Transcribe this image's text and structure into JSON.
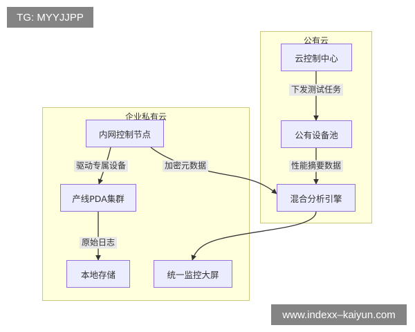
{
  "clusters": {
    "private": {
      "title": "企业私有云"
    },
    "public": {
      "title": "公有云"
    }
  },
  "nodes": {
    "cloud_center": "云控制中心",
    "public_pool": "公有设备池",
    "hybrid_engine": "混合分析引擎",
    "intranet_node": "内网控制节点",
    "pda_cluster": "产线PDA集群",
    "local_storage": "本地存储",
    "monitor_screen": "统一监控大屏"
  },
  "edges": {
    "e1": "下发测试任务",
    "e2": "性能摘要数据",
    "e3": "驱动专属设备",
    "e4": "加密元数据",
    "e5": "原始日志"
  },
  "overlays": {
    "tg": "TG: MYYJJPP",
    "website": "www.indexx–kaiyun.com"
  },
  "colors": {
    "cluster_fill": "#ffffde",
    "cluster_border": "#c8c87e",
    "node_fill": "#ececff",
    "node_border": "#9370db",
    "edge": "#333333"
  }
}
